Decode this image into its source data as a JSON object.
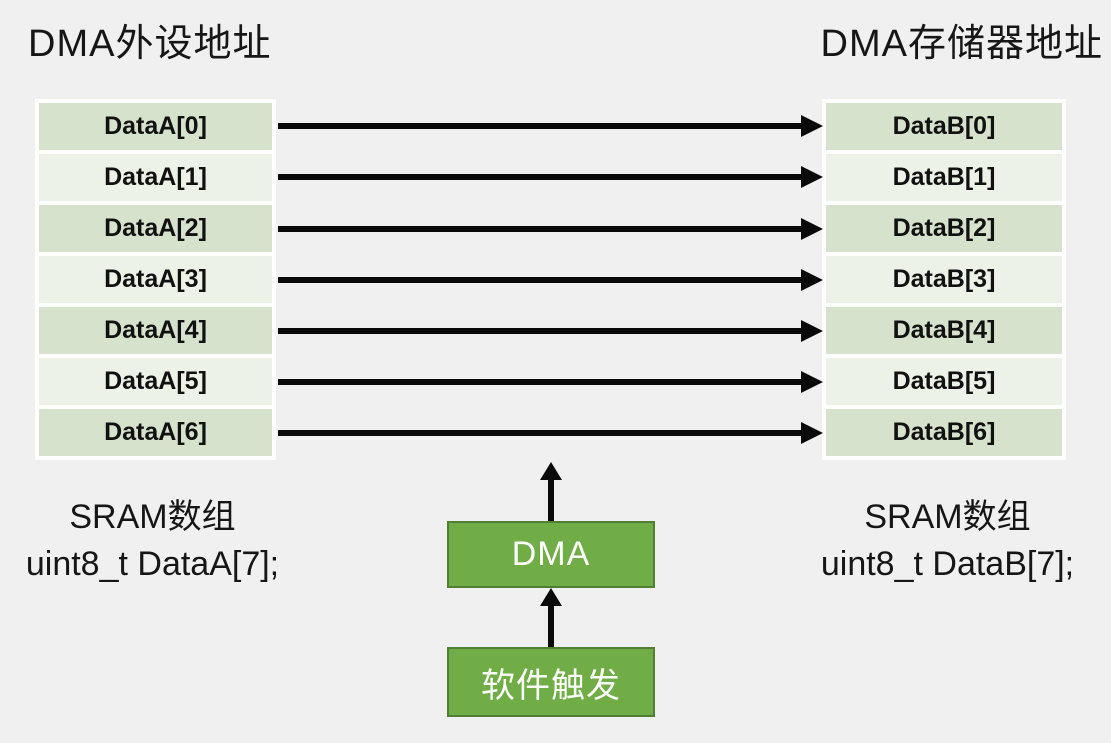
{
  "titles": {
    "left": "DMA外设地址",
    "right": "DMA存储器地址"
  },
  "left_table": {
    "cells": [
      "DataA[0]",
      "DataA[1]",
      "DataA[2]",
      "DataA[3]",
      "DataA[4]",
      "DataA[5]",
      "DataA[6]"
    ]
  },
  "right_table": {
    "cells": [
      "DataB[0]",
      "DataB[1]",
      "DataB[2]",
      "DataB[3]",
      "DataB[4]",
      "DataB[5]",
      "DataB[6]"
    ]
  },
  "left_caption": {
    "line1": "SRAM数组",
    "line2": "uint8_t DataA[7];"
  },
  "right_caption": {
    "line1": "SRAM数组",
    "line2": "uint8_t DataB[7];"
  },
  "dma_box": {
    "label": "DMA"
  },
  "trigger_box": {
    "label": "软件触发"
  },
  "colors": {
    "background": "#f0f0f0",
    "row_dark": "#d7e2cd",
    "row_light": "#edf2e8",
    "box_green": "#70ad47",
    "box_border": "#507e32",
    "arrow": "#0a0a0a"
  }
}
